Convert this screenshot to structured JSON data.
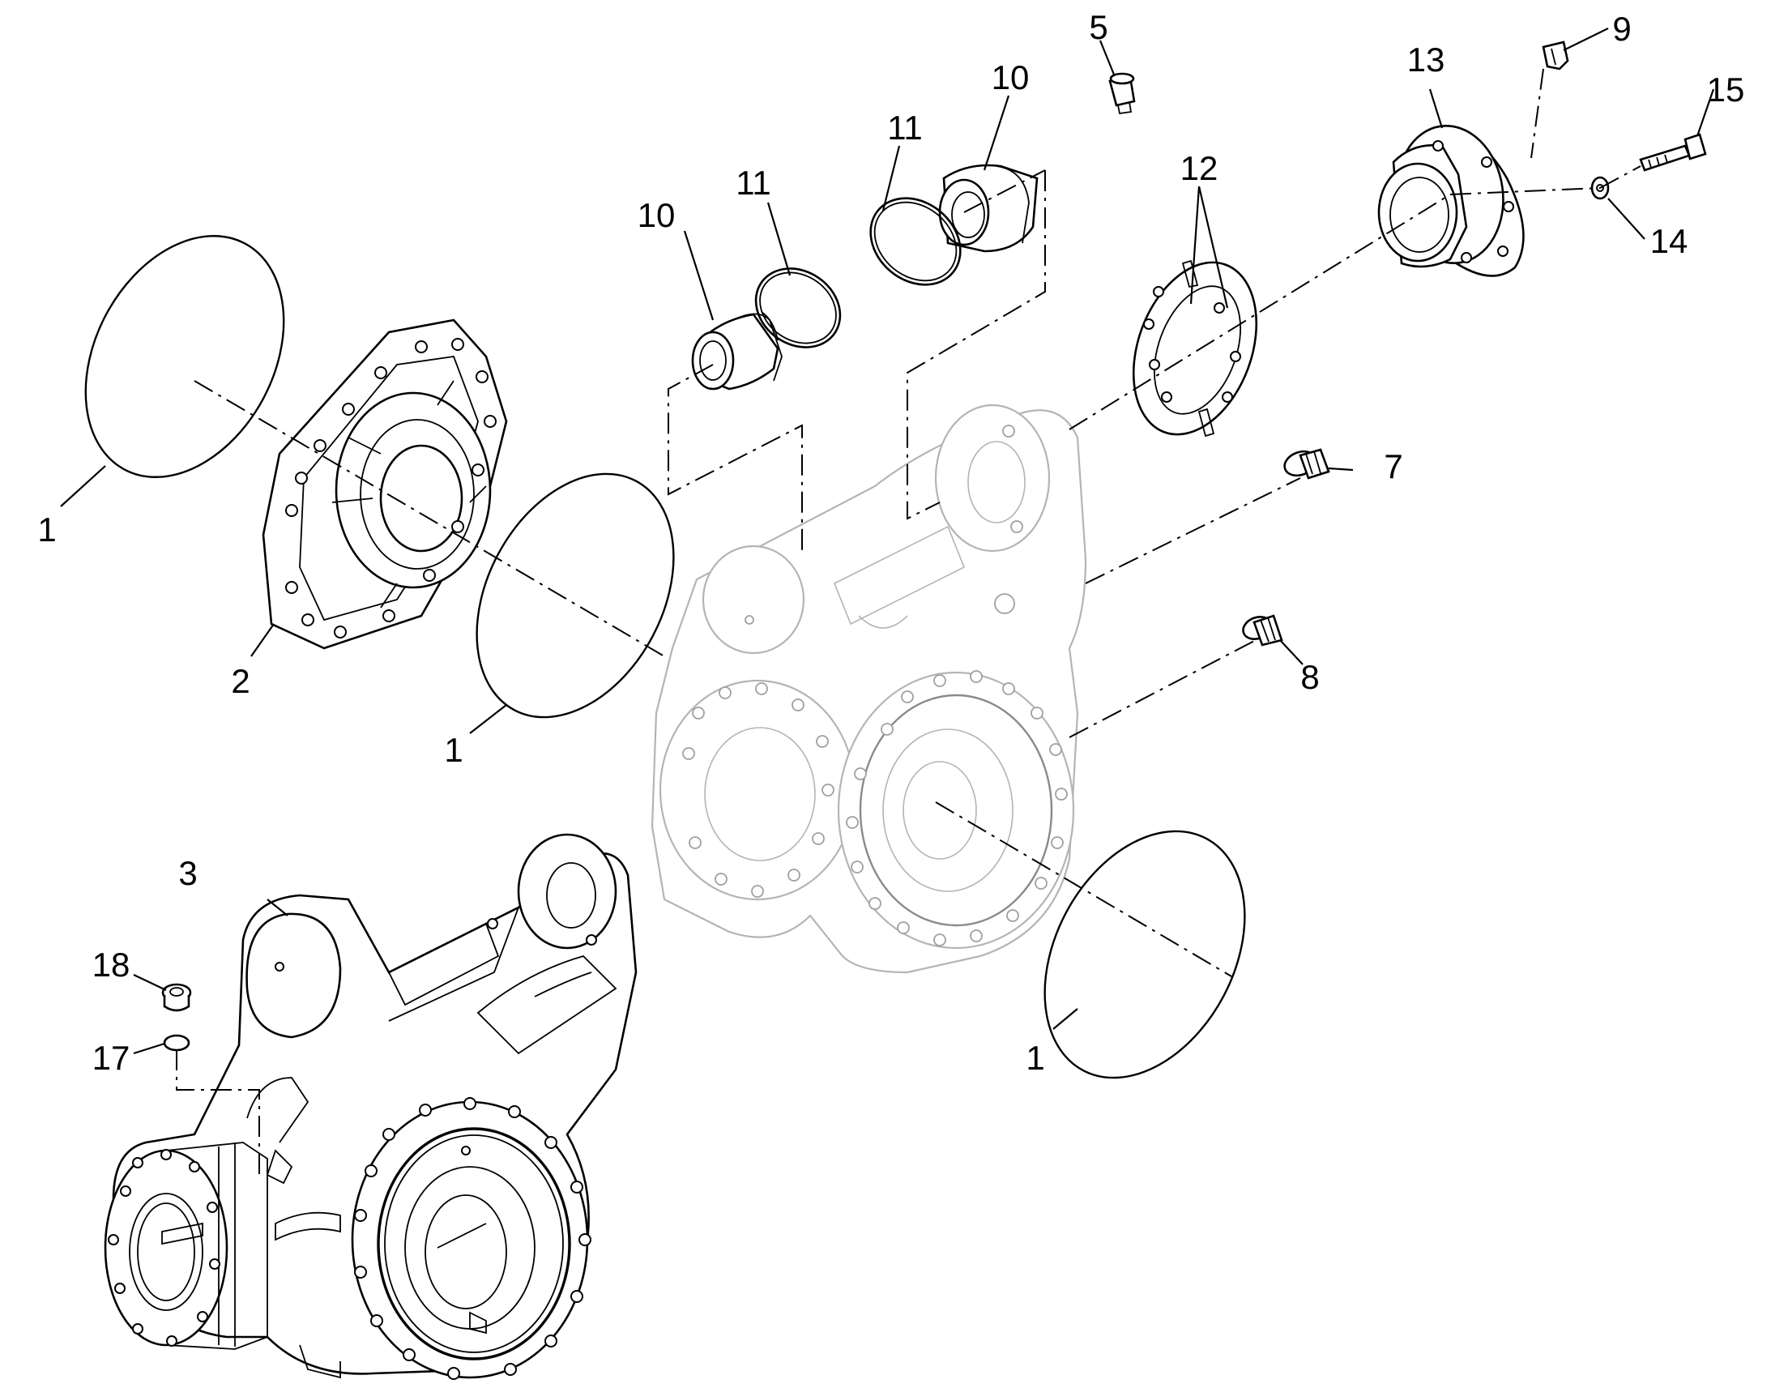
{
  "callouts": {
    "c1a": "1",
    "c1b": "1",
    "c1c": "1",
    "c2": "2",
    "c3": "3",
    "c5": "5",
    "c7": "7",
    "c8": "8",
    "c9": "9",
    "c10a": "10",
    "c10b": "10",
    "c11a": "11",
    "c11b": "11",
    "c12": "12",
    "c13": "13",
    "c14": "14",
    "c15": "15",
    "c17": "17",
    "c18": "18"
  }
}
